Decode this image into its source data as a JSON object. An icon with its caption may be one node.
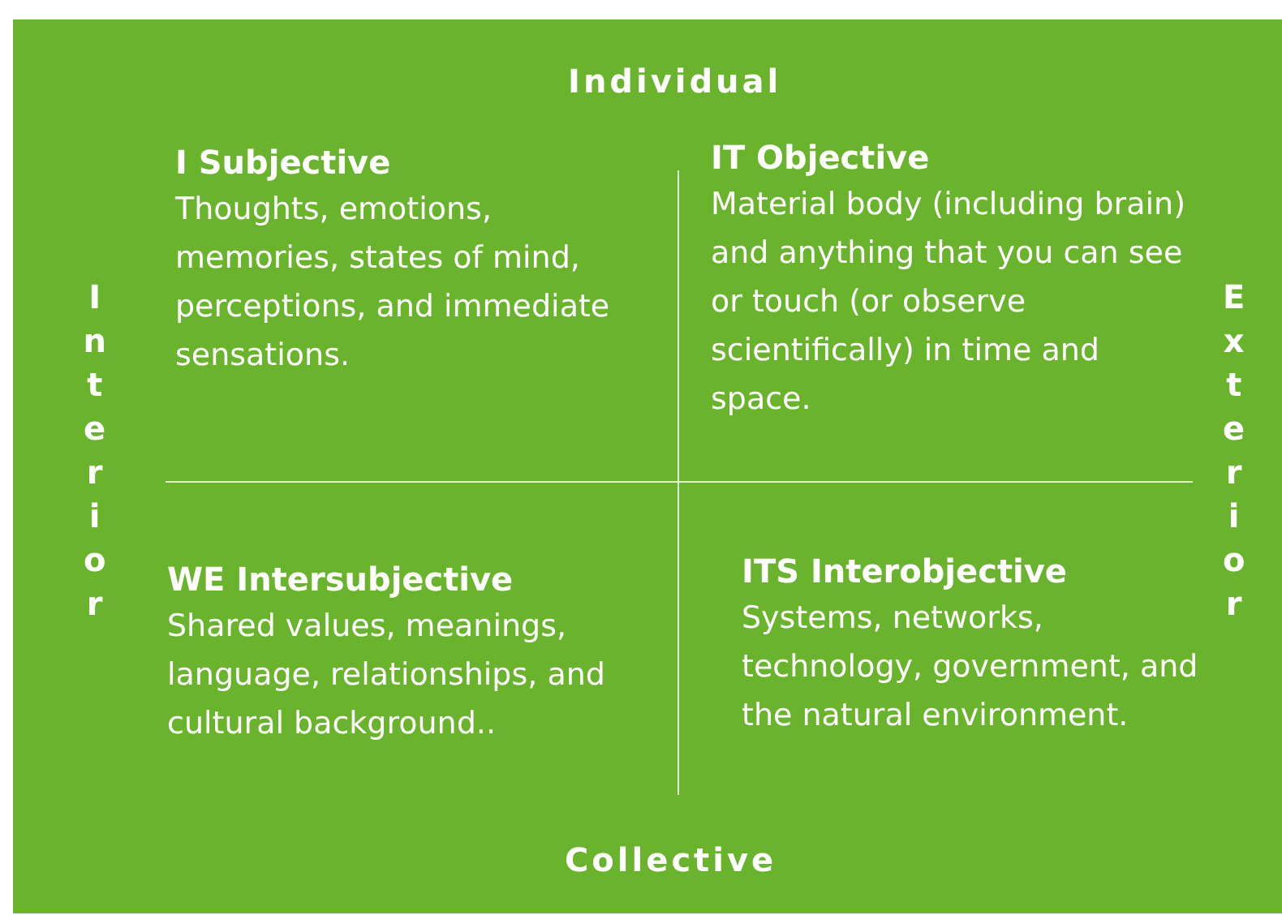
{
  "diagram": {
    "nodes": [
      {
        "text": [
          "I Subjective",
          "Thoughts, emotions, memories, states of mind, perceptions, and immediate sensations."
        ]
      },
      {
        "text": [
          "IT Objective",
          "Material body (including brain) and anything that you can see or touch (or observe scientifically) in time and space."
        ]
      },
      {
        "text": [
          "WE Intersubjective",
          "Shared values, meanings, language, relationships, and cultural background.."
        ]
      },
      {
        "text": [
          "ITS Interobjective",
          "Systems, networks, technology, government, and the natural environment."
        ]
      }
    ],
    "labels": [
      "Individual",
      "Interior",
      "Exterior",
      "Collective"
    ]
  }
}
